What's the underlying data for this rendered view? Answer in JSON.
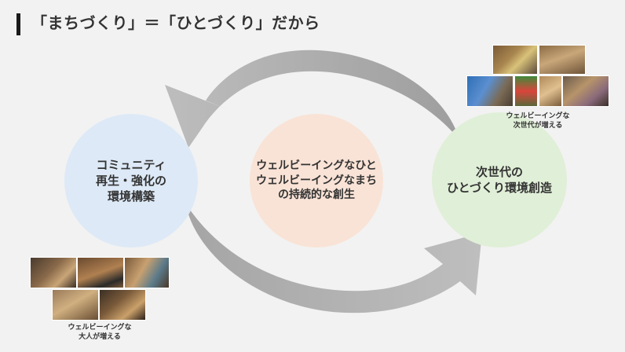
{
  "title": "「まちづくり」＝「ひとづくり」だから",
  "circles": {
    "community": [
      "コミュニティ",
      "再生・強化の",
      "環境構築"
    ],
    "center": [
      "ウェルビーイングなひと",
      "ウェルビーイングなまち",
      "の持続的な創生"
    ],
    "next_gen": [
      "次世代の",
      "ひとづくり環境創造"
    ]
  },
  "captions": {
    "top_right": [
      "ウェルビーイングな",
      "次世代が増える"
    ],
    "bottom_left": [
      "ウェルビーイングな",
      "大人が増える"
    ]
  },
  "colors": {
    "community_circle": "#dde9f6",
    "center_circle": "#f9e3d6",
    "next_gen_circle": "#e0efd7",
    "arrow": "#a9a9a9"
  }
}
